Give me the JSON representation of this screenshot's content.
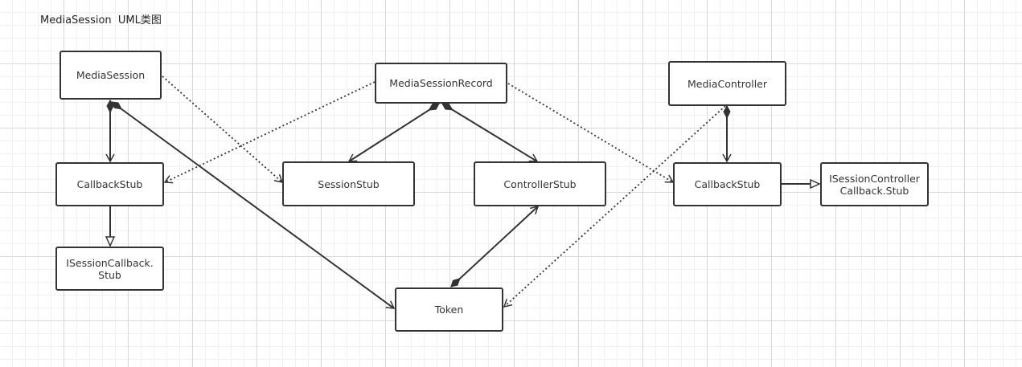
{
  "title": "MediaSession  UML类图",
  "colors": {
    "stroke": "#333333",
    "fill": "#ffffff",
    "grid": "#d8d8d8"
  },
  "nodes": {
    "media_session": "MediaSession",
    "media_session_record": "MediaSessionRecord",
    "media_controller": "MediaController",
    "callback_stub_left": "CallbackStub",
    "session_stub": "SessionStub",
    "controller_stub": "ControllerStub",
    "callback_stub_right": "CallbackStub",
    "isession_controller_callback_stub": "ISessionControllerCallback.Stub",
    "isession_callback_stub": "ISessionCallback.Stub",
    "token": "Token"
  }
}
